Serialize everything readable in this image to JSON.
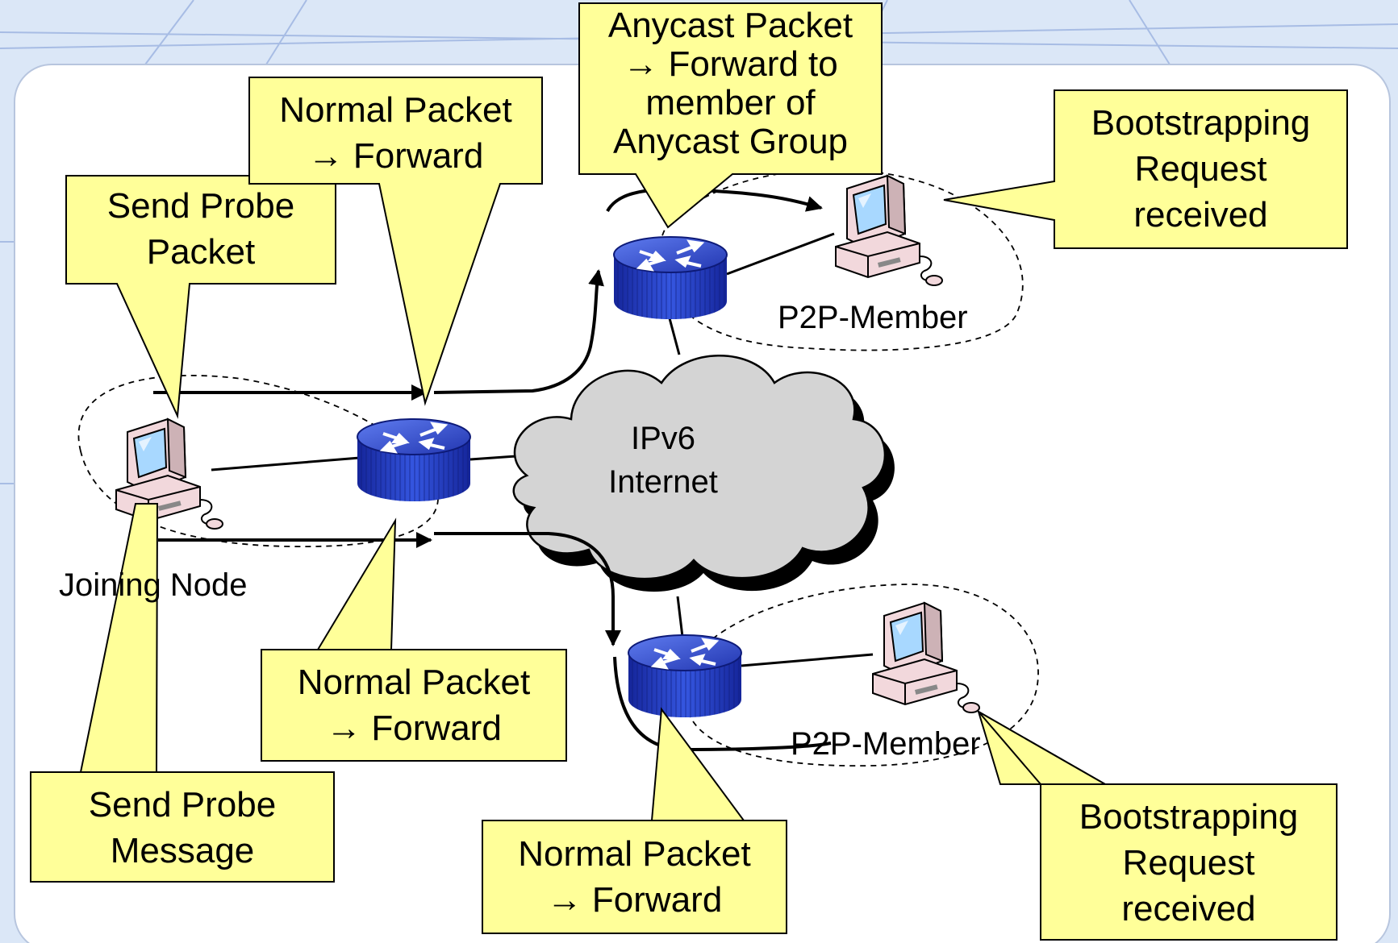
{
  "colors": {
    "callout_fill": "#ffff99",
    "router_blue": "#2f4fd6",
    "cloud_fill": "#d4d4d4",
    "monitor_beige": "#f2d8dc",
    "screen_blue": "#a8d8ff",
    "panel_bg": "#ffffff",
    "frame_bg": "#dbe7f7"
  },
  "icons": [
    "router-icon",
    "computer-icon",
    "cloud-icon",
    "arrow-icon"
  ],
  "cloud": {
    "line1": "IPv6",
    "line2": "Internet"
  },
  "nodes": {
    "joining": "Joining Node",
    "member_top": "P2P-Member",
    "member_bottom": "P2P-Member"
  },
  "callouts": {
    "send_probe_packet": [
      "Send Probe",
      "Packet"
    ],
    "normal_top": [
      "Normal Packet",
      "→ Forward"
    ],
    "anycast": [
      "Anycast Packet",
      "→ Forward to",
      "member of",
      "Anycast Group"
    ],
    "boot_top": [
      "Bootstrapping",
      "Request",
      "received"
    ],
    "normal_mid": [
      "Normal Packet",
      "→ Forward"
    ],
    "send_probe_message": [
      "Send Probe",
      "Message"
    ],
    "normal_bottom": [
      "Normal Packet",
      "→ Forward"
    ],
    "boot_bottom": [
      "Bootstrapping",
      "Request",
      "received"
    ]
  }
}
